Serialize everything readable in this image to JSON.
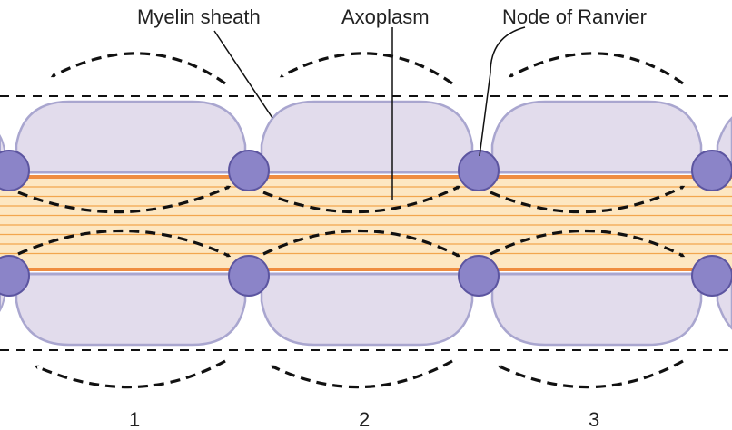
{
  "labels": {
    "myelin_sheath": "Myelin sheath",
    "axoplasm": "Axoplasm",
    "node_of_ranvier": "Node of Ranvier"
  },
  "segment_numbers": [
    "1",
    "2",
    "3"
  ],
  "colors": {
    "myelin_fill": "#e2dcec",
    "myelin_stroke": "#a9a6cf",
    "node_fill": "#8b84c8",
    "node_stroke": "#5c55a0",
    "axoplasm_fill": "#fde7c2",
    "axoplasm_lines": "#f2a64e",
    "axon_edge": "#ef8d40",
    "arrow": "#111111"
  }
}
